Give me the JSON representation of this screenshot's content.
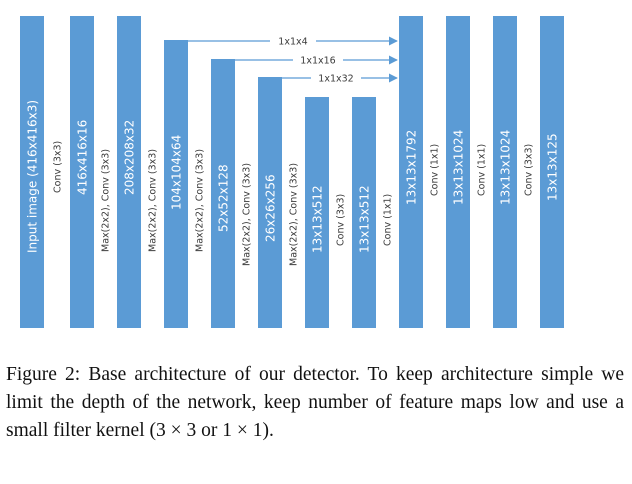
{
  "blocks": [
    {
      "label": "Input image (416x416x3)"
    },
    {
      "label": "416x416x16"
    },
    {
      "label": "208x208x32"
    },
    {
      "label": "104x104x64"
    },
    {
      "label": "52x52x128"
    },
    {
      "label": "26x26x256"
    },
    {
      "label": "13x13x512"
    },
    {
      "label": "13x13x512"
    },
    {
      "label": "13x13x1792"
    },
    {
      "label": "13x13x1024"
    },
    {
      "label": "13x13x1024"
    },
    {
      "label": "13x13x125"
    }
  ],
  "ops": [
    {
      "label": "Conv (3x3)"
    },
    {
      "label": "Max(2x2), Conv (3x3)"
    },
    {
      "label": "Max(2x2), Conv (3x3)"
    },
    {
      "label": "Max(2x2), Conv (3x3)"
    },
    {
      "label": "Max(2x2), Conv (3x3)"
    },
    {
      "label": "Max(2x2), Conv (3x3)"
    },
    {
      "label": "Conv (3x3)"
    },
    {
      "label": "Conv (1x1)"
    },
    {
      "label": "Conv (1x1)"
    },
    {
      "label": "Conv (1x1)"
    },
    {
      "label": "Conv (3x3)"
    }
  ],
  "skips": [
    {
      "label": "1x1x4"
    },
    {
      "label": "1x1x16"
    },
    {
      "label": "1x1x32"
    }
  ],
  "colors": {
    "block_fill": "#5b9bd5",
    "arrow": "#5b9bd5"
  },
  "caption": {
    "text": "Figure 2: Base architecture of our detector. To keep architecture simple we limit the depth of the network, keep number of feature maps low and use a small filter kernel (3 × 3 or 1 × 1)."
  }
}
